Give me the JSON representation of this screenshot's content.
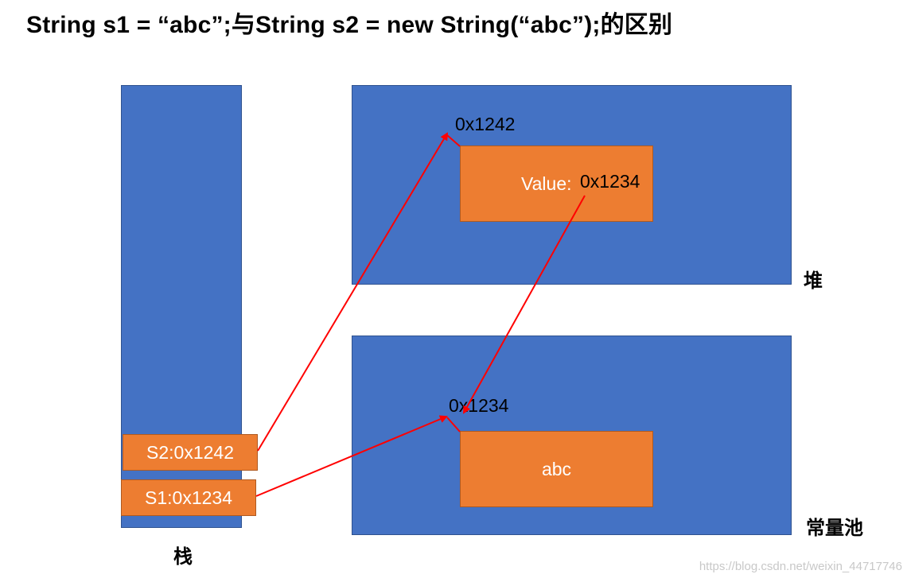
{
  "title": "String s1 = “abc”;与String s2 = new String(“abc”);的区别",
  "stack": {
    "label": "栈",
    "s2": "S2:0x1242",
    "s1": "S1:0x1234"
  },
  "heap": {
    "label": "堆",
    "address": "0x1242",
    "value_prefix": "Value:",
    "value_addr": "0x1234"
  },
  "pool": {
    "label": "常量池",
    "address": "0x1234",
    "value": "abc"
  },
  "colors": {
    "memory_block": "#4472c4",
    "object_box": "#ed7d31",
    "arrow": "#ff0000"
  },
  "watermark": "https://blog.csdn.net/weixin_44717746"
}
